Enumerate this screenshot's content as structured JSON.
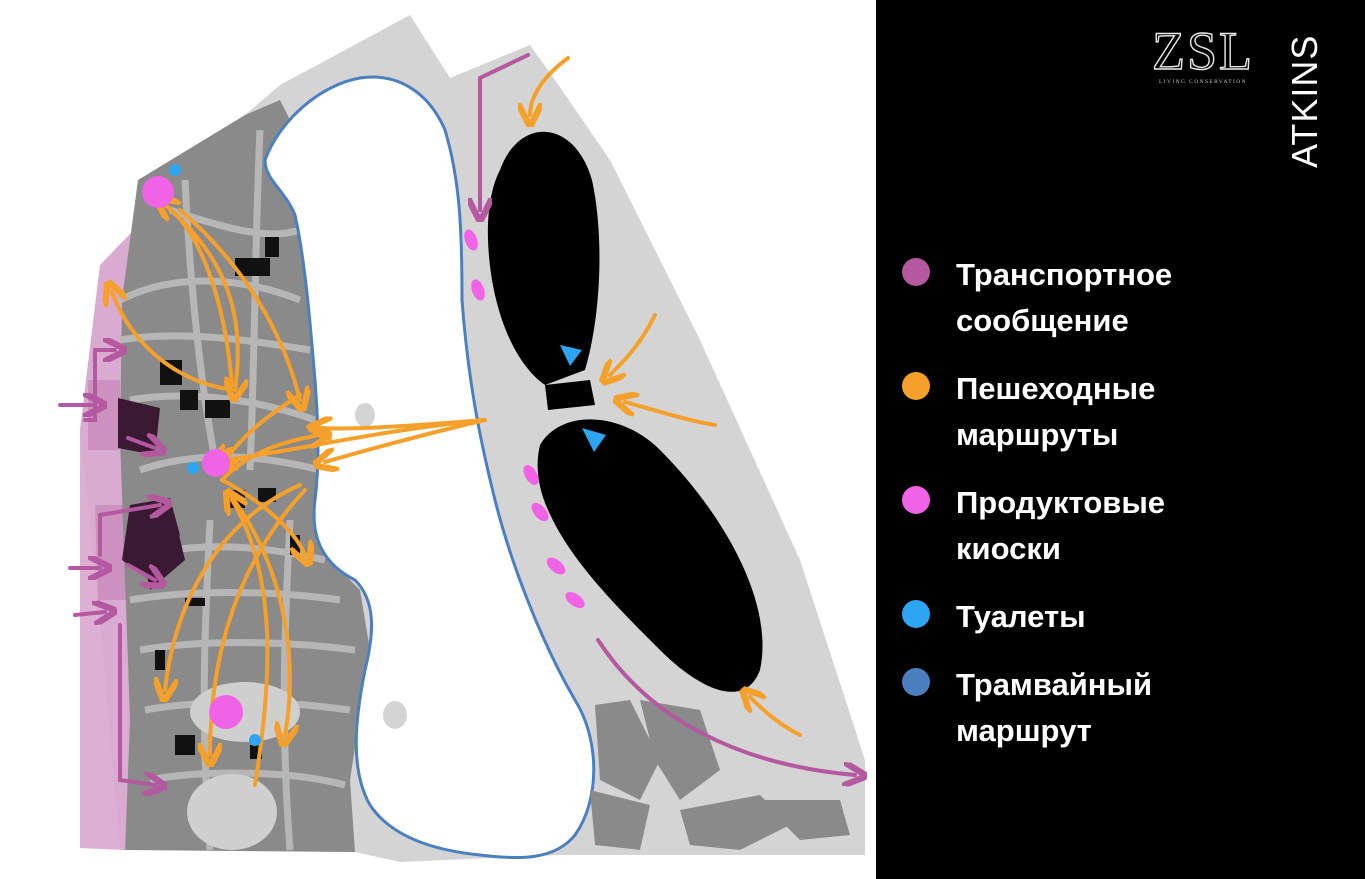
{
  "logos": {
    "zsl_wordmark": "ZSL",
    "zsl_tagline": "LIVING CONSERVATION",
    "atkins_wordmark": "ATKINS"
  },
  "legend": {
    "items": [
      {
        "label": "Транспортное\nсообщение",
        "color": "#b4589f",
        "icon": "circle"
      },
      {
        "label": "Пешеходные\nмаршруты",
        "color": "#f5a02a",
        "icon": "circle"
      },
      {
        "label": "Продуктовые\nкиоски",
        "color": "#f062e6",
        "icon": "circle"
      },
      {
        "label": "Туалеты",
        "color": "#2ea5f2",
        "icon": "circle"
      },
      {
        "label": "Трамвайный\nмаршрут",
        "color": "#4b7fc0",
        "icon": "circle"
      }
    ]
  },
  "map": {
    "colors": {
      "park_ground": "#d4d4d4",
      "zoo_blocks": "#8a8a8a",
      "zoo_paths": "#b6b6b6",
      "perimeter_zone": "#d9a6cf",
      "dark_plots": "#3a1a33",
      "lake": "#ffffff",
      "lake_outline": "#4b7fc0",
      "arena": "#000000",
      "transport": "#b4589f",
      "pedestrian": "#f5a02a",
      "kiosk": "#f062e6",
      "toilet": "#2ea5f2"
    }
  }
}
